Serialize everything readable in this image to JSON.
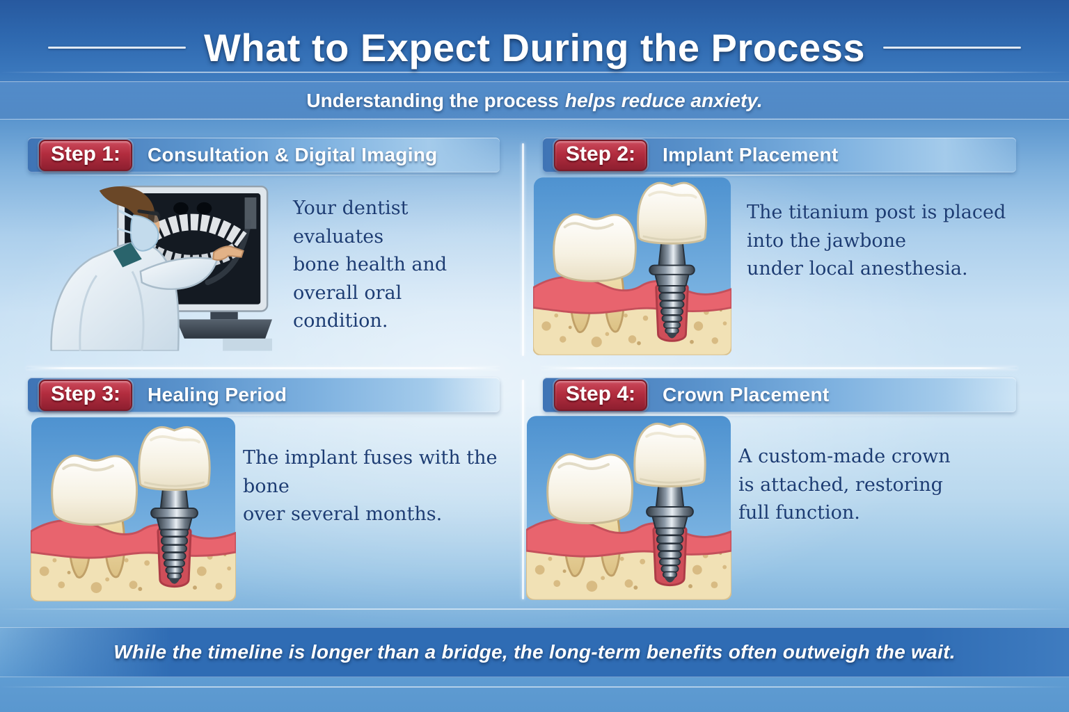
{
  "palette": {
    "background_blue": "#3a77bc",
    "panel_bar_blue": "#5b94cd",
    "badge_red": "#b22c3e",
    "text_navy": "#1c3c73",
    "banner_blue": "#2f6cb4",
    "text_white": "#ffffff"
  },
  "header": {
    "title": "What to Expect During the Process",
    "subtitle_regular": "Understanding the process",
    "subtitle_italic": "helps reduce anxiety."
  },
  "steps": [
    {
      "badge": "Step 1:",
      "title": "Consultation & Digital Imaging",
      "description": "Your dentist evaluates\nbone health and\noverall oral condition.",
      "illustration": "dentist-reviewing-panoramic-xray"
    },
    {
      "badge": "Step 2:",
      "title": "Implant Placement",
      "description": "The titanium post is placed\ninto the jawbone\nunder local anesthesia.",
      "illustration": "titanium-implant-in-jawbone"
    },
    {
      "badge": "Step 3:",
      "title": "Healing Period",
      "description": "The implant fuses with the bone\nover several months.",
      "illustration": "implant-fusing-with-bone"
    },
    {
      "badge": "Step 4:",
      "title": "Crown Placement",
      "description": "A custom-made crown\nis attached, restoring\nfull function.",
      "illustration": "crown-attached-to-implant"
    }
  ],
  "footer": {
    "note": "While the timeline is longer than a bridge, the long-term benefits often outweigh the wait."
  }
}
